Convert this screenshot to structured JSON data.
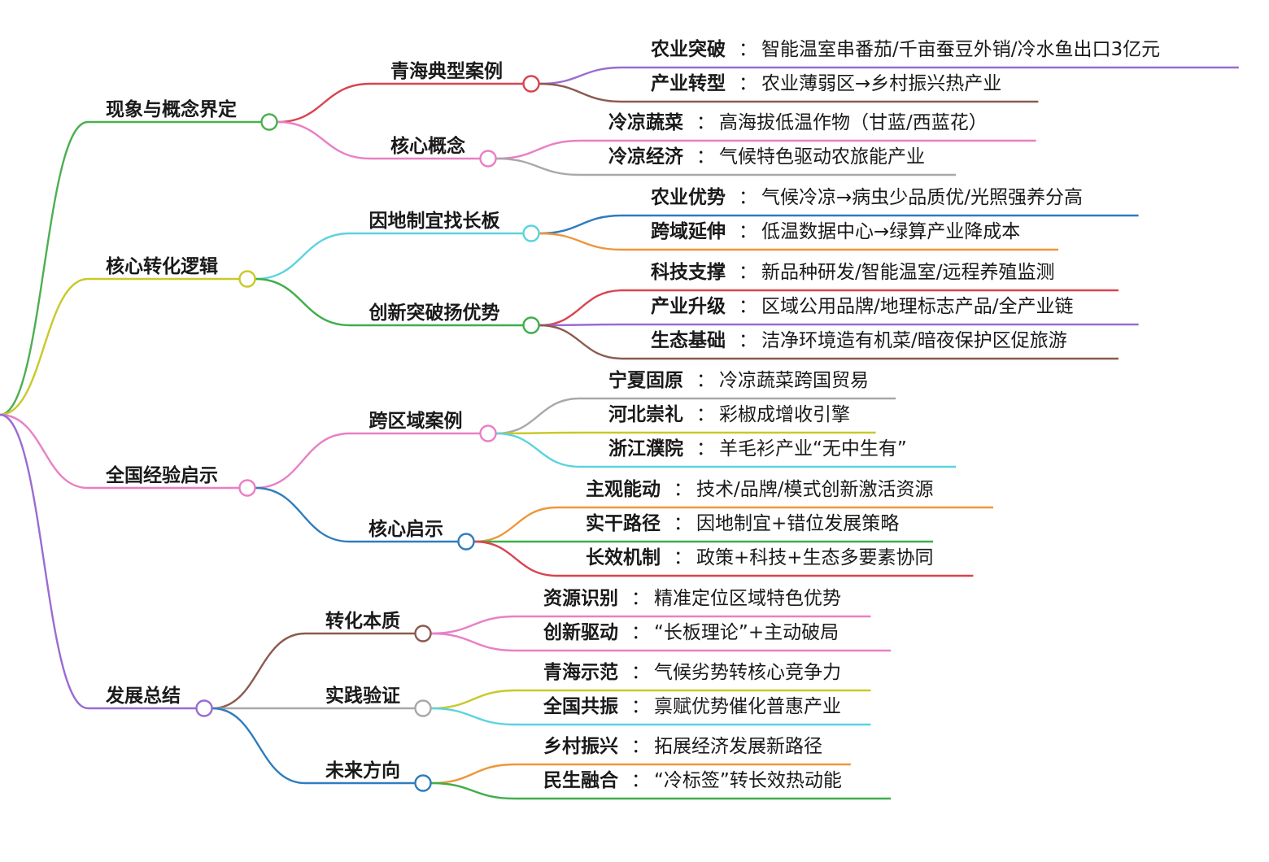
{
  "colors": {
    "green": "#4CAF50",
    "olive": "#C9C92A",
    "pink": "#E97FC6",
    "purple": "#9B6BD3",
    "red": "#D9434E",
    "cyan": "#5CD3DE",
    "blue": "#2E7DBF",
    "brown": "#8B5A4E",
    "gray": "#A8A8A8",
    "orange": "#F0953A",
    "leafgreen": "#3FAE4A"
  },
  "mindmap": [
    {
      "title": "现象与概念界定",
      "color": "green",
      "children": [
        {
          "title": "青海典型案例",
          "color": "red",
          "children": [
            {
              "key": "农业突破",
              "value": "智能温室串番茄/千亩蚕豆外销/冷水鱼出口3亿元",
              "color": "purple"
            },
            {
              "key": "产业转型",
              "value": "农业薄弱区→乡村振兴热产业",
              "color": "brown"
            }
          ]
        },
        {
          "title": "核心概念",
          "color": "pink",
          "children": [
            {
              "key": "冷凉蔬菜",
              "value": "高海拔低温作物（甘蓝/西蓝花）",
              "color": "pink"
            },
            {
              "key": "冷凉经济",
              "value": "气候特色驱动农旅能产业",
              "color": "gray"
            }
          ]
        }
      ]
    },
    {
      "title": "核心转化逻辑",
      "color": "olive",
      "children": [
        {
          "title": "因地制宜找长板",
          "color": "cyan",
          "children": [
            {
              "key": "农业优势",
              "value": "气候冷凉→病虫少品质优/光照强养分高",
              "color": "blue"
            },
            {
              "key": "跨域延伸",
              "value": "低温数据中心→绿算产业降成本",
              "color": "orange"
            }
          ]
        },
        {
          "title": "创新突破扬优势",
          "color": "leafgreen",
          "children": [
            {
              "key": "科技支撑",
              "value": "新品种研发/智能温室/远程养殖监测",
              "color": "red"
            },
            {
              "key": "产业升级",
              "value": "区域公用品牌/地理标志产品/全产业链",
              "color": "purple"
            },
            {
              "key": "生态基础",
              "value": "洁净环境造有机菜/暗夜保护区促旅游",
              "color": "brown"
            }
          ]
        }
      ]
    },
    {
      "title": "全国经验启示",
      "color": "pink",
      "children": [
        {
          "title": "跨区域案例",
          "color": "pink",
          "children": [
            {
              "key": "宁夏固原",
              "value": "冷凉蔬菜跨国贸易",
              "color": "gray"
            },
            {
              "key": "河北崇礼",
              "value": "彩椒成增收引擎",
              "color": "olive"
            },
            {
              "key": "浙江濮院",
              "value": "羊毛衫产业“无中生有”",
              "color": "cyan"
            }
          ]
        },
        {
          "title": "核心启示",
          "color": "blue",
          "children": [
            {
              "key": "主观能动",
              "value": "技术/品牌/模式创新激活资源",
              "color": "orange"
            },
            {
              "key": "实干路径",
              "value": "因地制宜+错位发展策略",
              "color": "leafgreen"
            },
            {
              "key": "长效机制",
              "value": "政策+科技+生态多要素协同",
              "color": "red"
            }
          ]
        }
      ]
    },
    {
      "title": "发展总结",
      "color": "purple",
      "children": [
        {
          "title": "转化本质",
          "color": "brown",
          "children": [
            {
              "key": "资源识别",
              "value": "精准定位区域特色优势",
              "color": "pink"
            },
            {
              "key": "创新驱动",
              "value": "“长板理论”+主动破局",
              "color": "pink"
            }
          ]
        },
        {
          "title": "实践验证",
          "color": "gray",
          "children": [
            {
              "key": "青海示范",
              "value": "气候劣势转核心竞争力",
              "color": "olive"
            },
            {
              "key": "全国共振",
              "value": "禀赋优势催化普惠产业",
              "color": "cyan"
            }
          ]
        },
        {
          "title": "未来方向",
          "color": "blue",
          "children": [
            {
              "key": "乡村振兴",
              "value": "拓展经济发展新路径",
              "color": "orange"
            },
            {
              "key": "民生融合",
              "value": "“冷标签”转长效热动能",
              "color": "leafgreen"
            }
          ]
        }
      ]
    }
  ]
}
